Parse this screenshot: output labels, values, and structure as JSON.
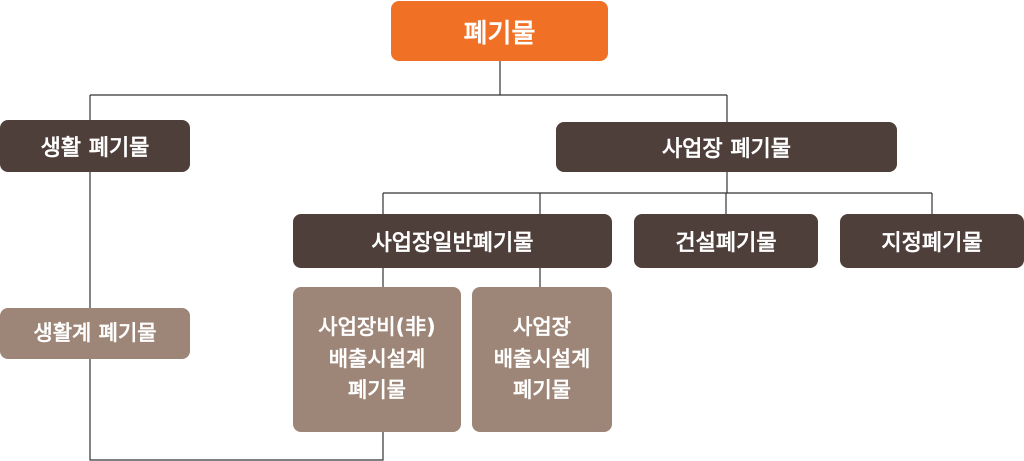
{
  "diagram": {
    "root": {
      "label": "폐기물"
    },
    "household": {
      "label": "생활 폐기물"
    },
    "household_sub": {
      "label": "생활계 폐기물"
    },
    "business": {
      "label": "사업장 폐기물"
    },
    "business_general": {
      "label": "사업장일반폐기물"
    },
    "construction": {
      "label": "건설폐기물"
    },
    "designated": {
      "label": "지정폐기물"
    },
    "non_emission": {
      "lines": [
        "사업장비(非)",
        "배출시설계",
        "폐기물"
      ]
    },
    "emission": {
      "lines": [
        "사업장",
        "배출시설계",
        "폐기물"
      ]
    }
  },
  "colors": {
    "root": "#f07025",
    "dark": "#4e3f3a",
    "light": "#9d8577",
    "connector": "#333333"
  }
}
